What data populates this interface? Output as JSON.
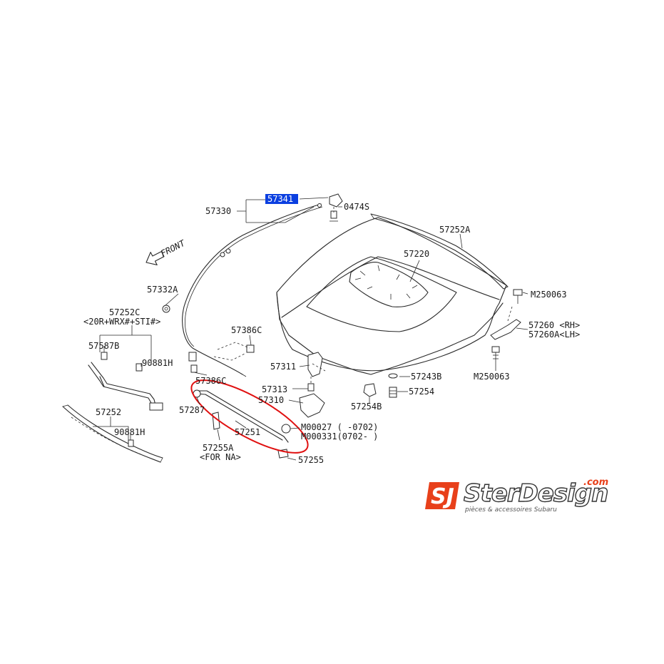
{
  "diagram": {
    "front_label": "FRONT",
    "highlighted_part": "57341",
    "highlight_color": "#0b3fe0",
    "callout_color": "#e01010",
    "labels": {
      "p57330": "57330",
      "p57341": "57341",
      "p0474s": "0474S",
      "p57252a": "57252A",
      "p57220": "57220",
      "pm250063_top": "M250063",
      "p57332a": "57332A",
      "p57252c": "57252C",
      "p57252c_note": "<20R+WRX#+STI#>",
      "p57386c_top": "57386C",
      "p57260": "57260 <RH>",
      "p57260a": "57260A<LH>",
      "p57587b": "57587B",
      "p90881h_top": "90881H",
      "p57311": "57311",
      "p57243b": "57243B",
      "pm250063_bot": "M250063",
      "p57386c_bot": "57386C",
      "p57313": "57313",
      "p57254": "57254",
      "p57310": "57310",
      "p57254b": "57254B",
      "p57287": "57287",
      "p57252": "57252",
      "p57251": "57251",
      "pm00027": "M00027 (    -0702)",
      "pm000331": "M000331(0702-    )",
      "p90881h_bot": "90881H",
      "p57255a": "57255A",
      "p57255a_note": "<FOR NA>",
      "p57255": "57255"
    }
  },
  "logo": {
    "brand": "SterDesign",
    "domain": ".com",
    "tagline": "pièces & accessoires Subaru",
    "monogram": "SJ",
    "brand_color": "#e8401a"
  }
}
